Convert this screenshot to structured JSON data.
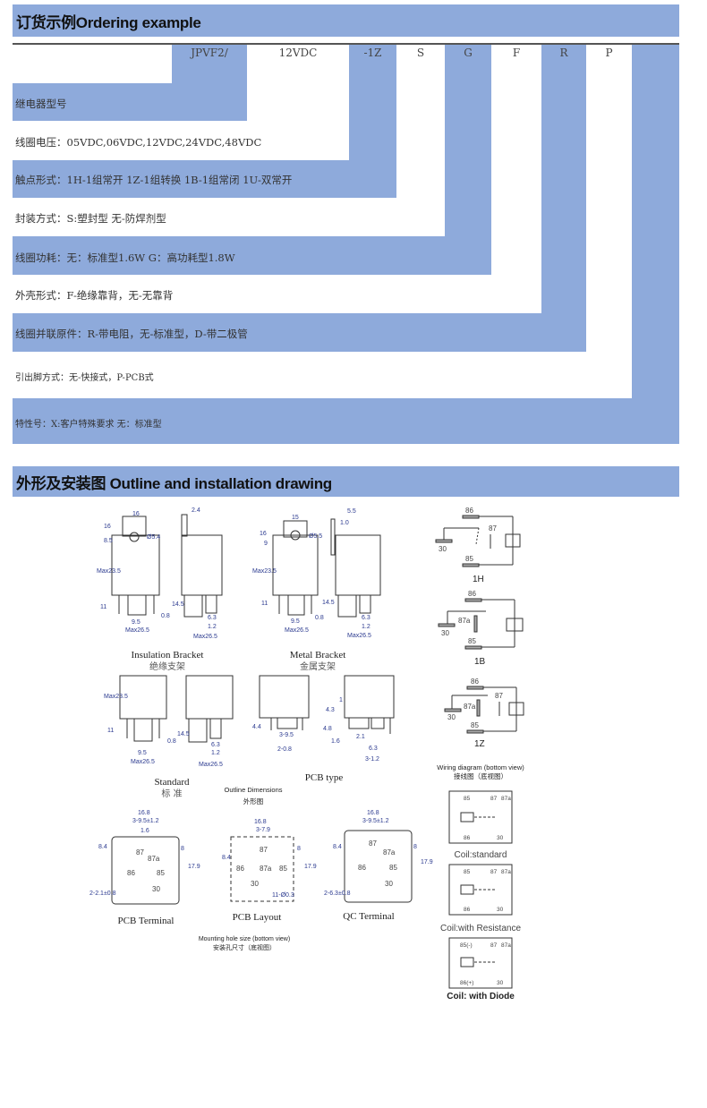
{
  "ordering": {
    "title": "订货示例Ordering example",
    "codes": [
      "JPVF2/",
      "12VDC",
      "-1Z",
      "S",
      "G",
      "F",
      "R",
      "P"
    ],
    "rows": [
      "继电器型号",
      "线圈电压：05VDC,06VDC,12VDC,24VDC,48VDC",
      "触点形式：1H-1组常开 1Z-1组转换 1B-1组常闭 1U-双常开",
      "封装方式：S:塑封型 无-防焊剂型",
      "线圈功耗：无：标准型1.6W  G：高功耗型1.8W",
      "外壳形式：F-绝缘靠背，无-无靠背",
      "线圈并联原件：R-带电阻，无-标准型，D-带二极管",
      "引出脚方式：无-快接式，P-PCB式",
      "特性号：X:客户特殊要求  无：标准型"
    ],
    "accent": "#8eaadb"
  },
  "outline": {
    "title": "外形及安装图 Outline and installation drawing",
    "insulation": {
      "caption": "Insulation Bracket",
      "caption_zh": "绝缘支架",
      "dims": [
        "16",
        "2.4",
        "16",
        "8.5",
        "Ø5.4",
        "Max23.5",
        "11",
        "14.5",
        "9.5",
        "0.8",
        "6.3",
        "1.2",
        "Max26.5",
        "Max26.5"
      ]
    },
    "metal": {
      "caption": "Metal Bracket",
      "caption_zh": "金属支架",
      "dims": [
        "15",
        "5.5",
        "1.0",
        "16",
        "9",
        "Ø5.5",
        "Max23.5",
        "11",
        "14.5",
        "9.5",
        "0.8",
        "Max26.5",
        "Max26.5",
        "6.3",
        "1.2"
      ]
    },
    "standard": {
      "caption": "Standard",
      "caption_zh": "标 准",
      "dims": [
        "Max23.5",
        "11",
        "14.5",
        "9.5",
        "0.8",
        "6.3",
        "1.2",
        "Max26.5",
        "Max26.5"
      ]
    },
    "pcb_type": {
      "caption": "PCB type",
      "dims": [
        "4.4",
        "3-9.5",
        "2-0.8",
        "4.3",
        "1",
        "4.8",
        "2.1",
        "1.6",
        "6.3",
        "3-1.2"
      ]
    },
    "outline_dims": {
      "caption": "Outline Dimensions",
      "caption_zh": "外形图"
    },
    "pcb_terminal": {
      "caption": "PCB Terminal",
      "dims": [
        "16.8",
        "3-9.5±1.2",
        "1.6",
        "8.4",
        "8",
        "17.9",
        "2-2.1±0.8"
      ],
      "pins": [
        "87",
        "87a",
        "86",
        "85",
        "30"
      ]
    },
    "pcb_layout": {
      "caption": "PCB Layout",
      "dims": [
        "16.8",
        "3-7.9",
        "8.4",
        "8",
        "17.9",
        "11-Ø0.3"
      ],
      "pins": [
        "87",
        "86",
        "87a",
        "85",
        "30"
      ]
    },
    "qc_terminal": {
      "caption": "QC Terminal",
      "dims": [
        "16.8",
        "3-9.5±1.2",
        "8.4",
        "8",
        "17.9",
        "2-6.3±0.8"
      ],
      "pins": [
        "87",
        "87a",
        "86",
        "85",
        "30"
      ]
    },
    "mounting": {
      "caption": "Mounting hole size (bottom view)",
      "caption_zh": "安装孔尺寸（底视图）"
    },
    "wiring": {
      "diagrams": [
        {
          "name": "1H",
          "pins": [
            "86",
            "87",
            "30",
            "85"
          ]
        },
        {
          "name": "1B",
          "pins": [
            "86",
            "87a",
            "30",
            "85"
          ]
        },
        {
          "name": "1Z",
          "pins": [
            "86",
            "87",
            "87a",
            "30",
            "85"
          ]
        }
      ],
      "caption": "Wiring diagram (bottom view)",
      "caption_zh": "接线图（底视图）"
    },
    "coils": [
      {
        "caption": "Coil:standard",
        "pins": [
          "85",
          "87",
          "87a",
          "86",
          "30"
        ]
      },
      {
        "caption": "Coil:with Resistance",
        "pins": [
          "85",
          "87",
          "87a",
          "86",
          "30"
        ]
      },
      {
        "caption": "Coil: with Diode",
        "pins": [
          "85(-)",
          "87",
          "87a",
          "86(+)",
          "30"
        ]
      }
    ]
  }
}
